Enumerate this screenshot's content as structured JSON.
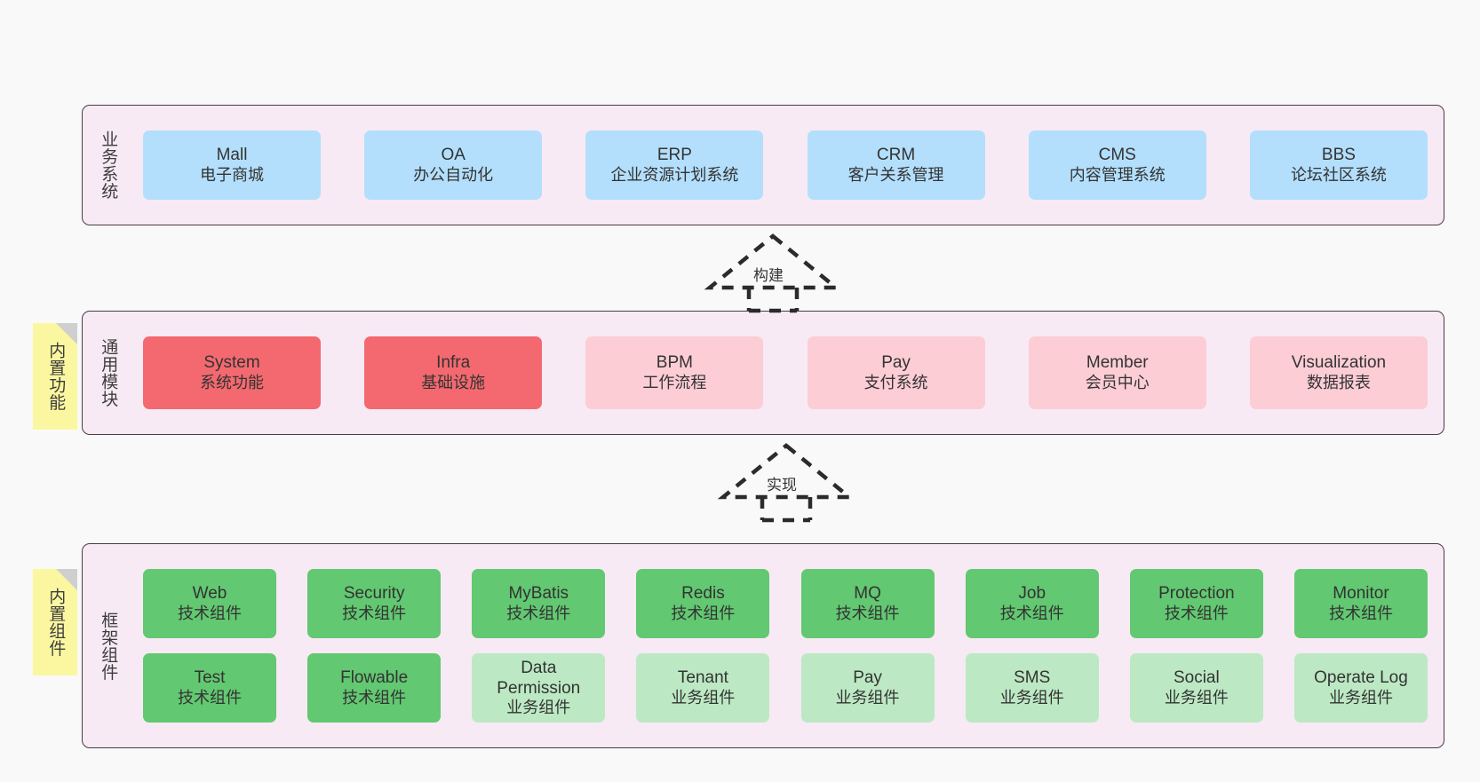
{
  "diagram": {
    "background_color": "#f9f9f9",
    "panel_color": "#f7eaf4",
    "panel_border_color": "#4a3c46",
    "sticky_color": "#fbf7a0"
  },
  "layers": [
    {
      "id": "business",
      "title": "业务系统",
      "rows": [
        {
          "nodes": [
            {
              "name": "Mall",
              "sub": "电子商城",
              "style": "blue"
            },
            {
              "name": "OA",
              "sub": "办公自动化",
              "style": "blue"
            },
            {
              "name": "ERP",
              "sub": "企业资源计划系统",
              "style": "blue"
            },
            {
              "name": "CRM",
              "sub": "客户关系管理",
              "style": "blue"
            },
            {
              "name": "CMS",
              "sub": "内容管理系统",
              "style": "blue"
            },
            {
              "name": "BBS",
              "sub": "论坛社区系统",
              "style": "blue"
            }
          ]
        }
      ]
    },
    {
      "id": "common",
      "title": "通用模块",
      "sticky": "内置功能",
      "rows": [
        {
          "nodes": [
            {
              "name": "System",
              "sub": "系统功能",
              "style": "red"
            },
            {
              "name": "Infra",
              "sub": "基础设施",
              "style": "red"
            },
            {
              "name": "BPM",
              "sub": "工作流程",
              "style": "pink"
            },
            {
              "name": "Pay",
              "sub": "支付系统",
              "style": "pink"
            },
            {
              "name": "Member",
              "sub": "会员中心",
              "style": "pink"
            },
            {
              "name": "Visualization",
              "sub": "数据报表",
              "style": "pink"
            }
          ]
        }
      ]
    },
    {
      "id": "framework",
      "title": "框架组件",
      "sticky": "内置组件",
      "rows": [
        {
          "nodes": [
            {
              "name": "Web",
              "sub": "技术组件",
              "style": "green"
            },
            {
              "name": "Security",
              "sub": "技术组件",
              "style": "green"
            },
            {
              "name": "MyBatis",
              "sub": "技术组件",
              "style": "green"
            },
            {
              "name": "Redis",
              "sub": "技术组件",
              "style": "green"
            },
            {
              "name": "MQ",
              "sub": "技术组件",
              "style": "green"
            },
            {
              "name": "Job",
              "sub": "技术组件",
              "style": "green"
            },
            {
              "name": "Protection",
              "sub": "技术组件",
              "style": "green"
            },
            {
              "name": "Monitor",
              "sub": "技术组件",
              "style": "green"
            }
          ]
        },
        {
          "nodes": [
            {
              "name": "Test",
              "sub": "技术组件",
              "style": "green"
            },
            {
              "name": "Flowable",
              "sub": "技术组件",
              "style": "green"
            },
            {
              "name": "Data Permission",
              "sub": "业务组件",
              "style": "lgreen"
            },
            {
              "name": "Tenant",
              "sub": "业务组件",
              "style": "lgreen"
            },
            {
              "name": "Pay",
              "sub": "业务组件",
              "style": "lgreen"
            },
            {
              "name": "SMS",
              "sub": "业务组件",
              "style": "lgreen"
            },
            {
              "name": "Social",
              "sub": "业务组件",
              "style": "lgreen"
            },
            {
              "name": "Operate Log",
              "sub": "业务组件",
              "style": "lgreen"
            }
          ]
        }
      ]
    }
  ],
  "connectors": [
    {
      "id": "build",
      "label": "构建",
      "from": "common",
      "to": "business"
    },
    {
      "id": "implement",
      "label": "实现",
      "from": "framework",
      "to": "common"
    }
  ]
}
